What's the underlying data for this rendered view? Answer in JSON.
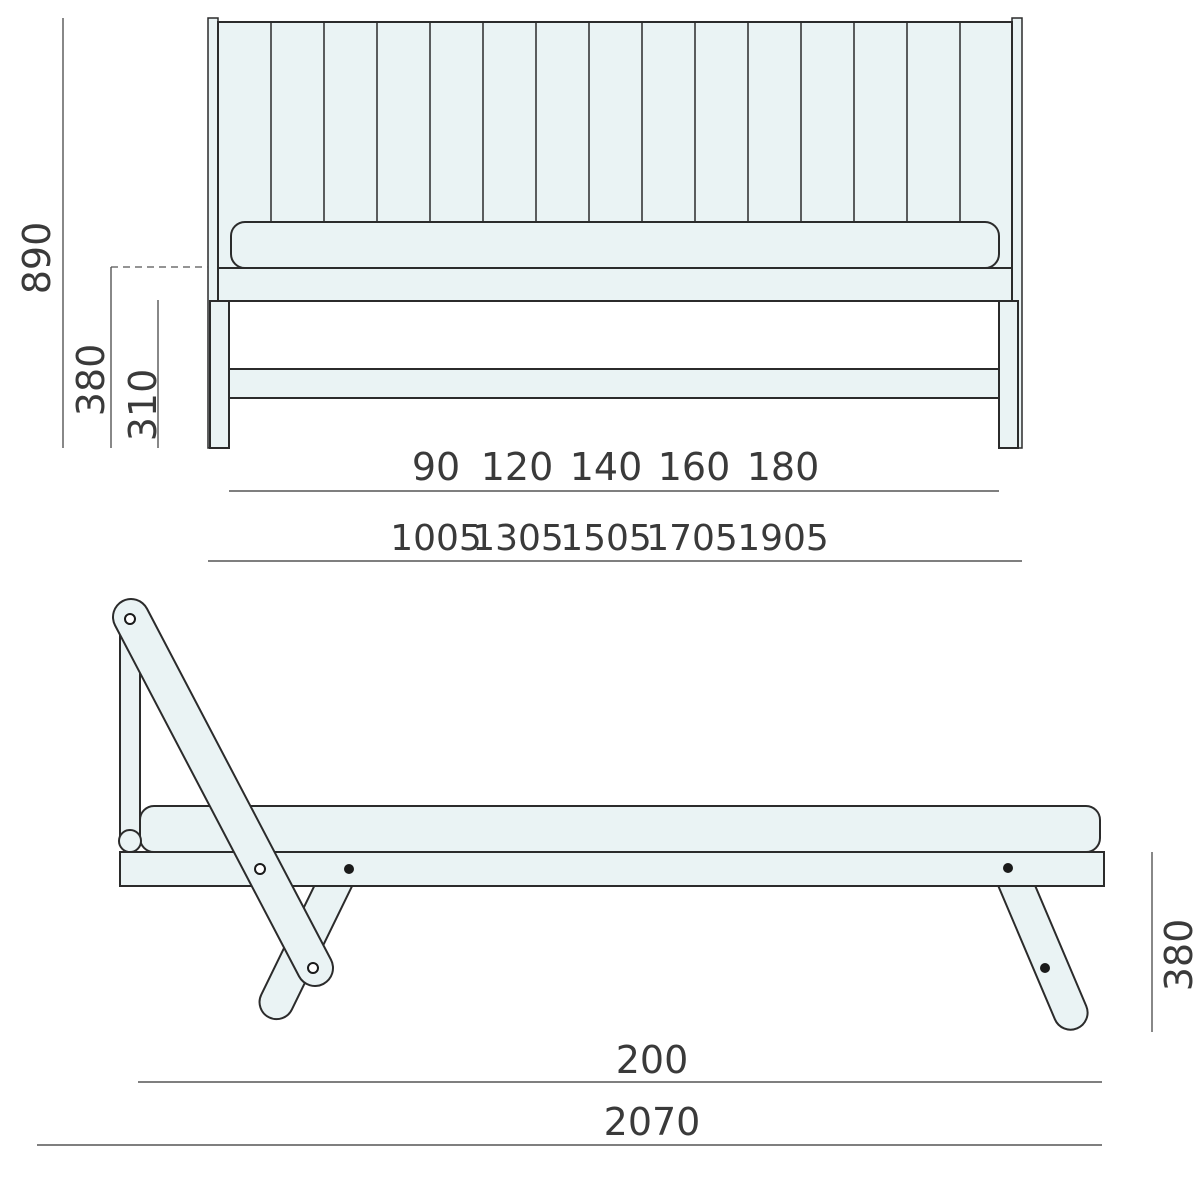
{
  "front_view": {
    "height_dims": {
      "total_height": "890",
      "frame_height": "380",
      "rail_height": "310"
    },
    "mattress_widths": [
      "90",
      "120",
      "140",
      "160",
      "180"
    ],
    "overall_widths": [
      "1005",
      "1305",
      "1505",
      "1705",
      "1905"
    ]
  },
  "side_view": {
    "mattress_length": "200",
    "overall_length": "2070",
    "frame_height": "380"
  },
  "colors": {
    "part_fill": "#eaf3f4",
    "outline": "#2b2b2b",
    "dimension": "#555555"
  }
}
